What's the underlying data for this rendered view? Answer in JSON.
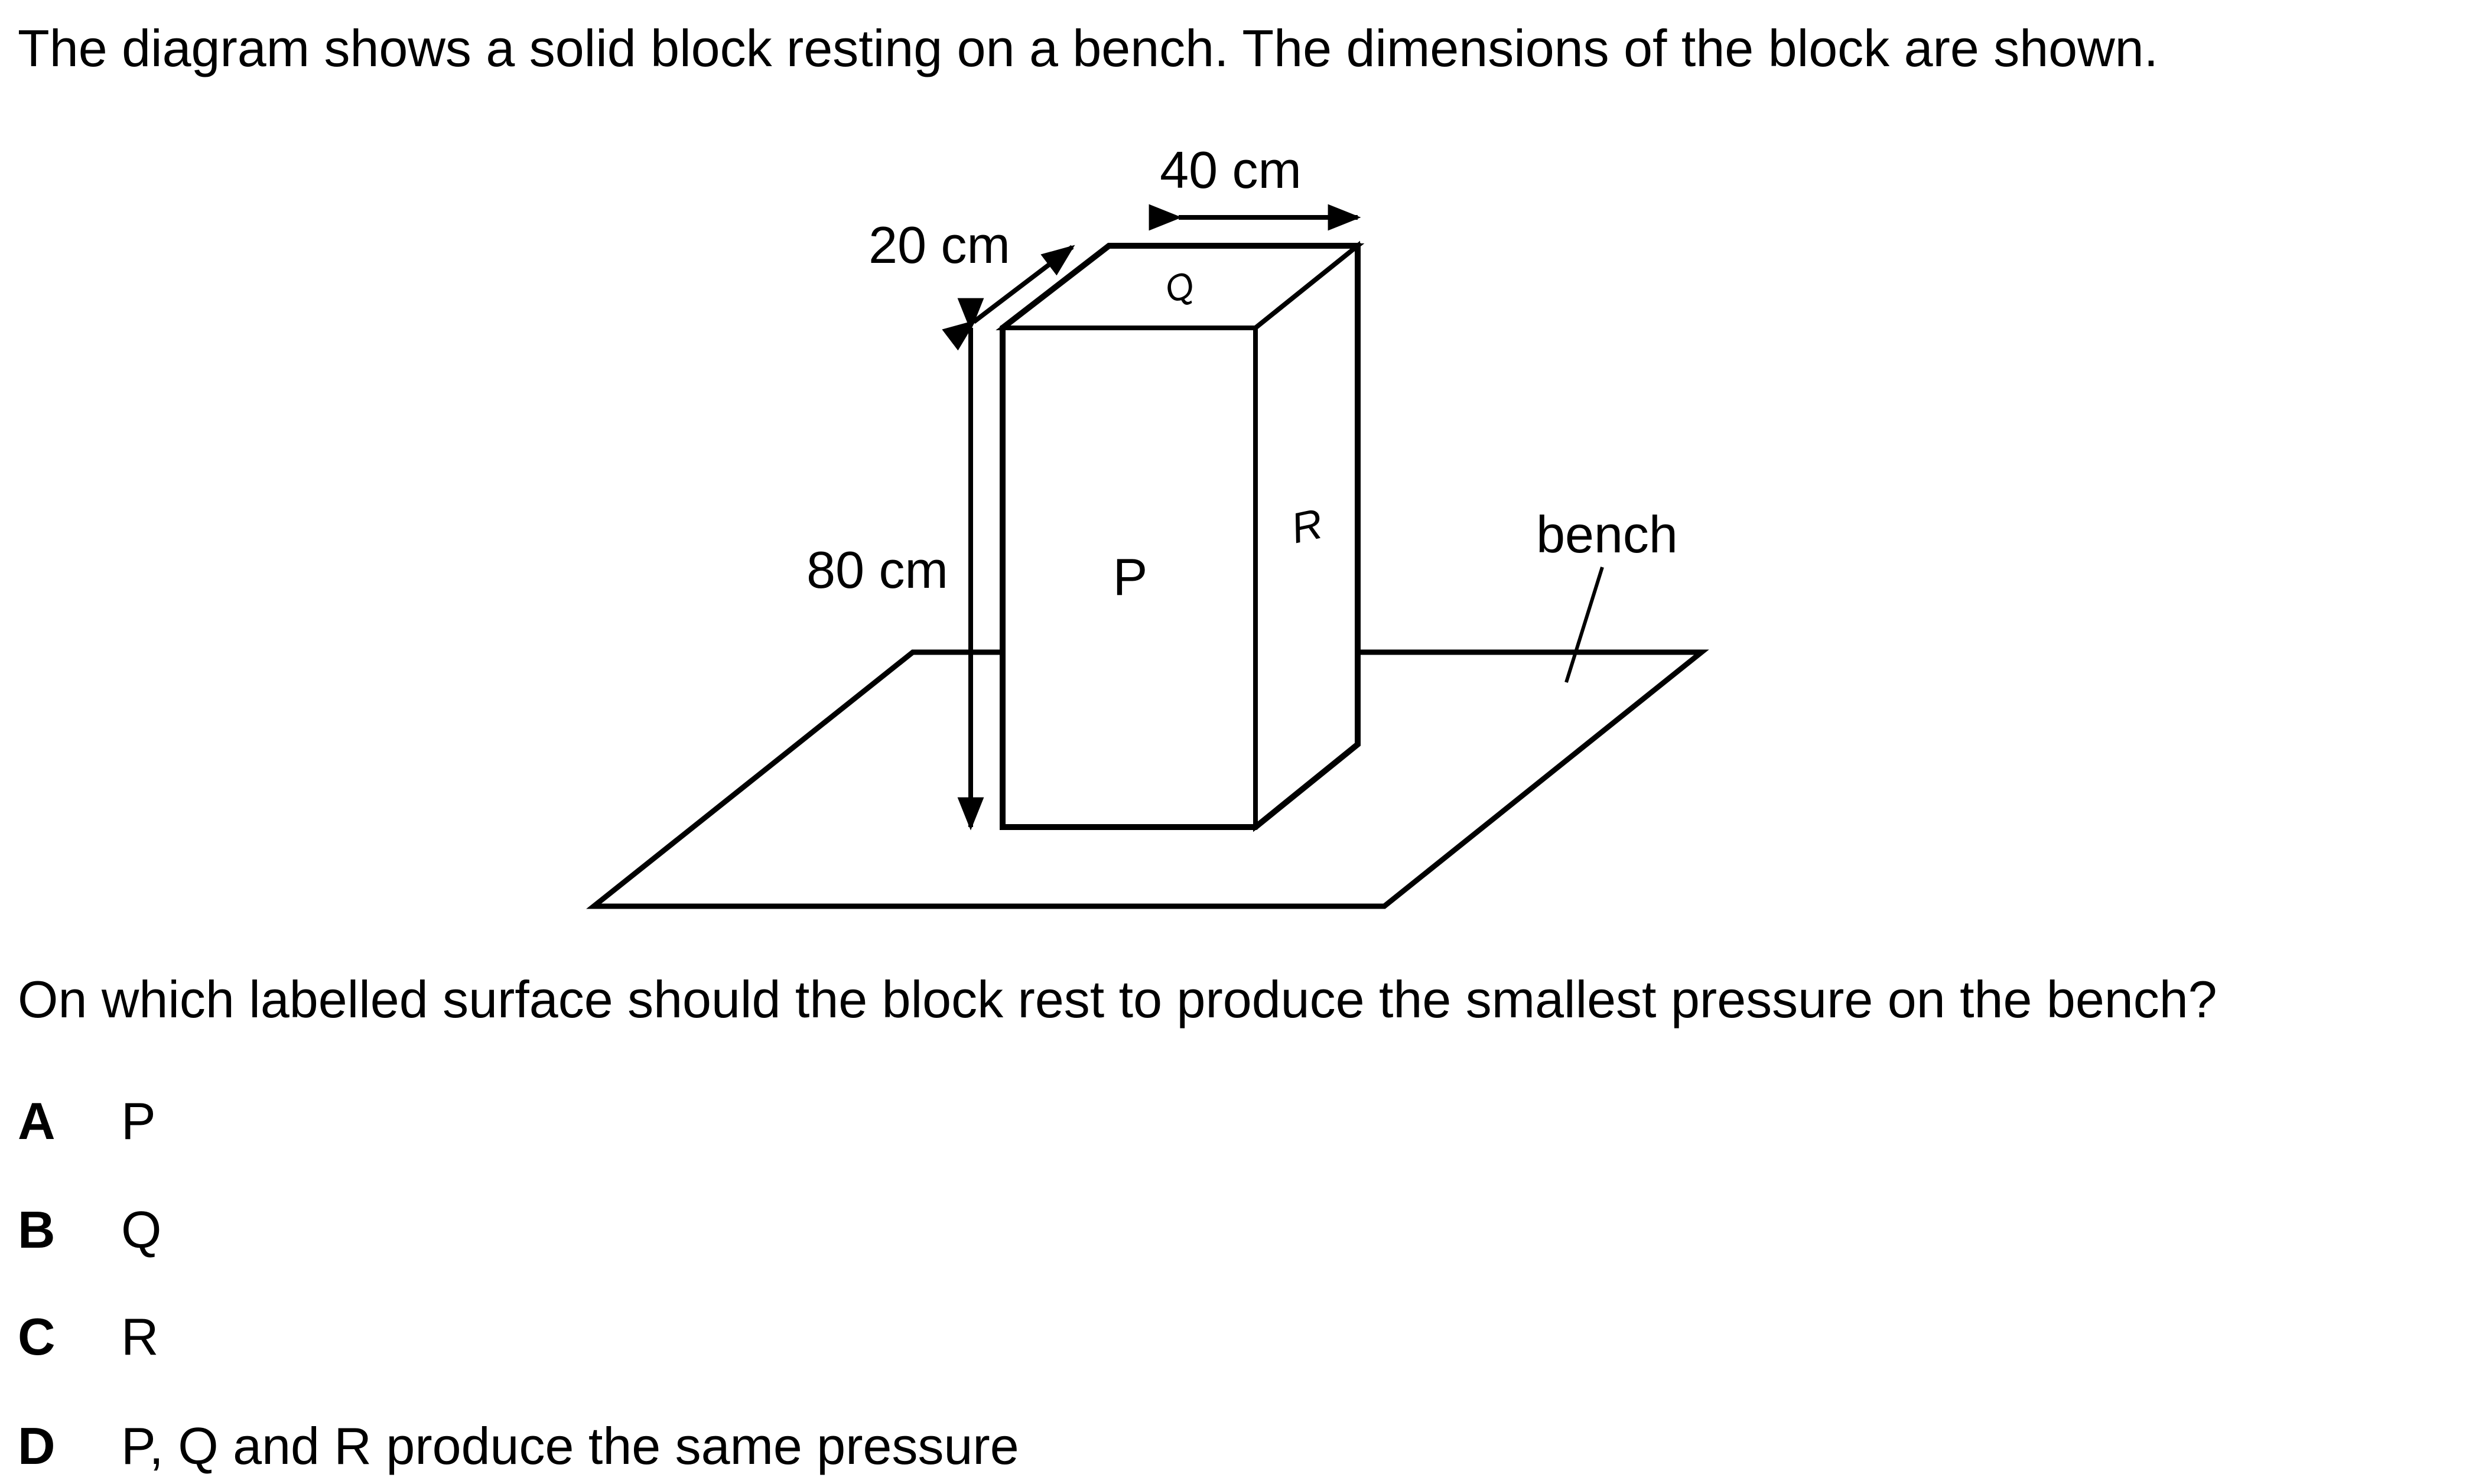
{
  "intro_text": "The diagram shows a solid block resting on a bench. The dimensions of the block are shown.",
  "diagram": {
    "dim_width": "40 cm",
    "dim_depth": "20 cm",
    "dim_height": "80 cm",
    "label_front": "P",
    "label_top": "Q",
    "label_side": "R",
    "label_bench": "bench"
  },
  "question_text": "On which labelled surface should the block rest to produce the smallest pressure on the bench?",
  "options": [
    {
      "letter": "A",
      "text": "P"
    },
    {
      "letter": "B",
      "text": "Q"
    },
    {
      "letter": "C",
      "text": "R"
    },
    {
      "letter": "D",
      "text": "P, Q and R produce the same pressure"
    }
  ]
}
